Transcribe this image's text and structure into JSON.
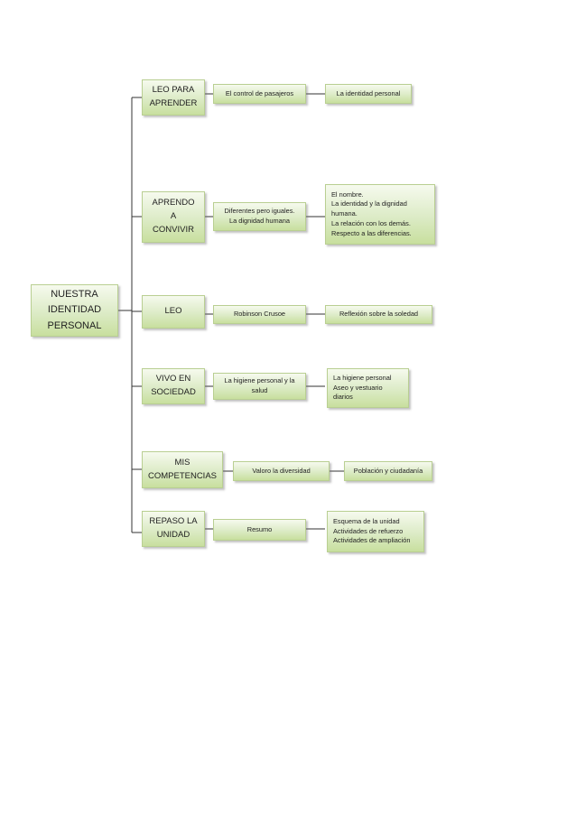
{
  "root": {
    "label": "NUESTRA\nIDENTIDAD\nPERSONAL"
  },
  "branches": [
    {
      "label": "LEO PARA\nAPRENDER",
      "sub": "El control de pasajeros",
      "detail": "La identidad personal"
    },
    {
      "label": "APRENDO\nA\nCONVIVIR",
      "sub": "Diferentes pero iguales.\nLa dignidad humana",
      "detail": "El nombre.\nLa identidad y la dignidad\nhumana.\nLa relación con los demás.\nRespecto a las diferencias."
    },
    {
      "label": "LEO",
      "sub": "Robinson Crusoe",
      "detail": "Reflexión sobre la soledad"
    },
    {
      "label": "VIVO EN\nSOCIEDAD",
      "sub": "La higiene personal y la\nsalud",
      "detail": "La  higiene personal\nAseo y vestuario\ndiarios"
    },
    {
      "label": "MIS\nCOMPETENCIAS",
      "sub": "Valoro la diversidad",
      "detail": "Población y ciudadanía"
    },
    {
      "label": "REPASO LA\nUNIDAD",
      "sub": "Resumo",
      "detail": "Esquema de la unidad\nActividades de refuerzo\nActividades de ampliación"
    }
  ]
}
